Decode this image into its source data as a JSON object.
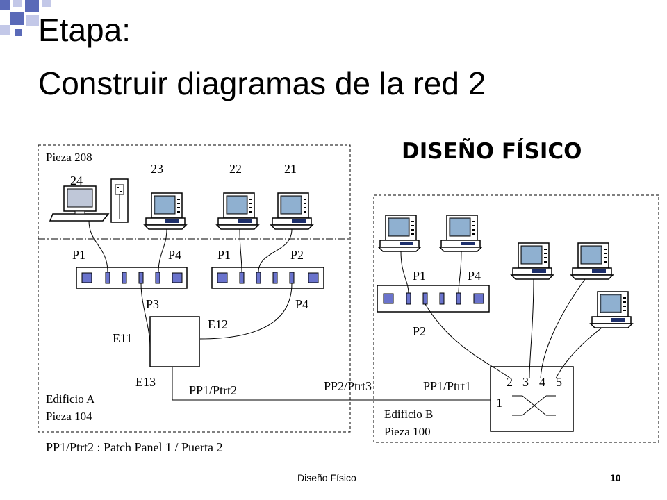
{
  "slide": {
    "title_line1": "Etapa:",
    "title_line2": "Construir diagramas de la red 2",
    "heading": "DISEÑO FÍSICO",
    "footer_text": "Diseño Físico",
    "page_number": "10"
  },
  "building_a": {
    "room_top": "Pieza 208",
    "name": "Edificio A",
    "room_bottom": "Pieza 104",
    "computers": [
      "24",
      "23",
      "22",
      "21"
    ],
    "hub1_ports": [
      "P1",
      "P4"
    ],
    "hub2_ports": [
      "P1",
      "P2"
    ],
    "hub1_bottom_port": "P3",
    "hub2_bottom_port": "P4",
    "switch_ports": [
      "E11",
      "E12",
      "E13"
    ],
    "patch_label": "PP1/Ptrt2"
  },
  "link": {
    "label_b": "PP2/Ptrt3",
    "legend": "PP1/Ptrt2 : Patch Panel 1 / Puerta 2"
  },
  "building_b": {
    "name": "Edificio B",
    "room": "Pieza 100",
    "hub_ports": [
      "P1",
      "P4"
    ],
    "hub_bottom_port": "P2",
    "patch_label": "PP1/Ptrt1",
    "panel_ports": [
      "2",
      "3",
      "4",
      "5"
    ],
    "panel_port_1": "1"
  },
  "colors": {
    "accent_blue": "#5a6ab8",
    "accent_light": "#c3c8e8",
    "port_fill": "#6a73cc"
  }
}
